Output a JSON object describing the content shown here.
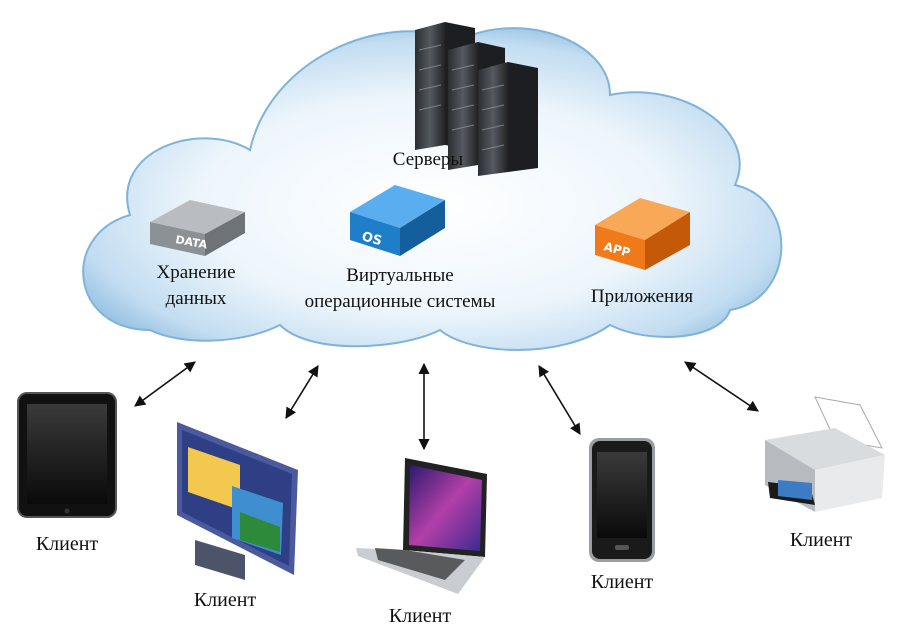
{
  "cloud": {
    "servers_label": "Серверы",
    "storage_label_line1": "Хранение",
    "storage_label_line2": "данных",
    "os_label_line1": "Виртуальные",
    "os_label_line2": "операционные системы",
    "apps_label": "Приложения"
  },
  "icons": {
    "data_box_text": "DATA",
    "os_box_text": "OS",
    "app_box_text": "APP",
    "data_box_color": "#8c9196",
    "os_box_color": "#1e7ec8",
    "app_box_color": "#f07a1a"
  },
  "clients": [
    {
      "label": "Клиент",
      "device": "tablet-icon"
    },
    {
      "label": "Клиент",
      "device": "monitor-icon"
    },
    {
      "label": "Клиент",
      "device": "laptop-icon"
    },
    {
      "label": "Клиент",
      "device": "smartphone-icon"
    },
    {
      "label": "Клиент",
      "device": "printer-icon"
    }
  ]
}
